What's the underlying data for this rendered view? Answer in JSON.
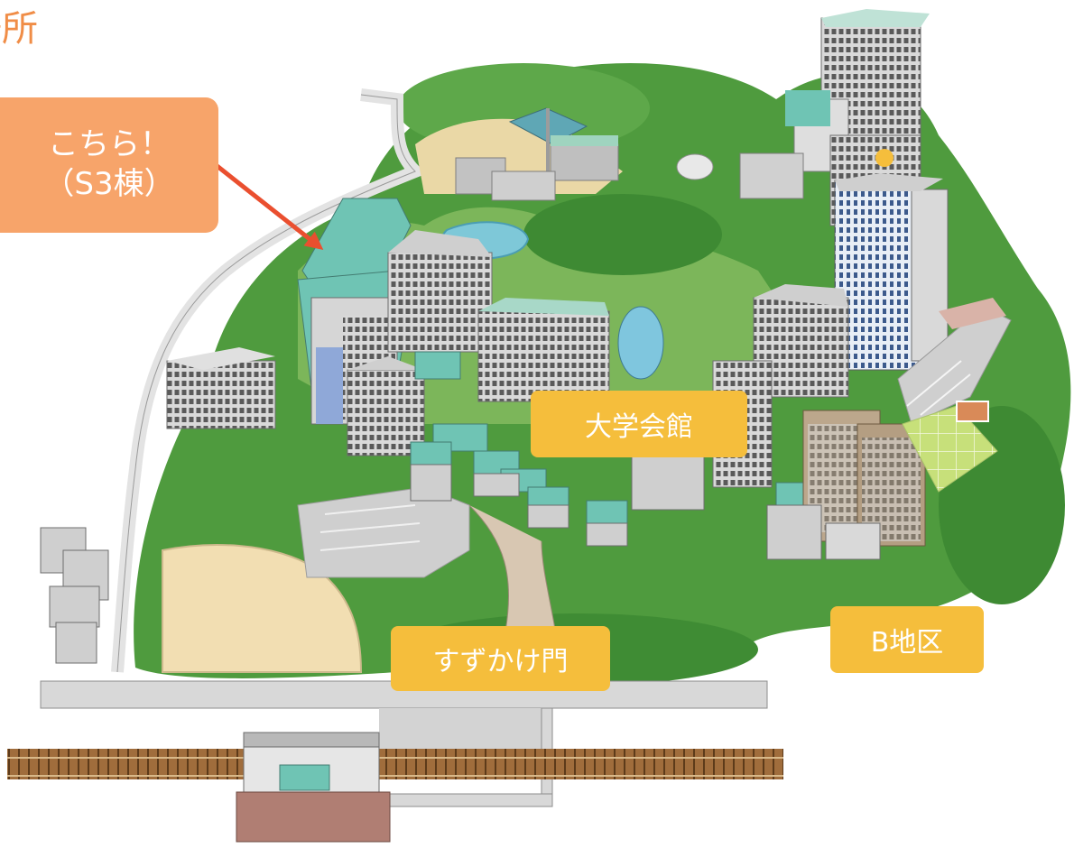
{
  "heading": {
    "text": "場所"
  },
  "callout": {
    "line1": "こちら！",
    "line2": "（S3棟）"
  },
  "labels": {
    "kaikan": "大学会館",
    "gate": "すずかけ門",
    "district_b": "B地区"
  },
  "colors": {
    "callout_bg": "#f7a46a",
    "heading_text": "#f08d47",
    "label_bg": "#f5be3c",
    "arrow": "#ea4f2f",
    "forest": "#4e9a3c",
    "roof": "#6fc4b4",
    "building": "#cfcfcf",
    "rail": "#9b6b3a",
    "road": "#d6d6d6"
  },
  "icons": {
    "pointer": "arrow-icon"
  }
}
